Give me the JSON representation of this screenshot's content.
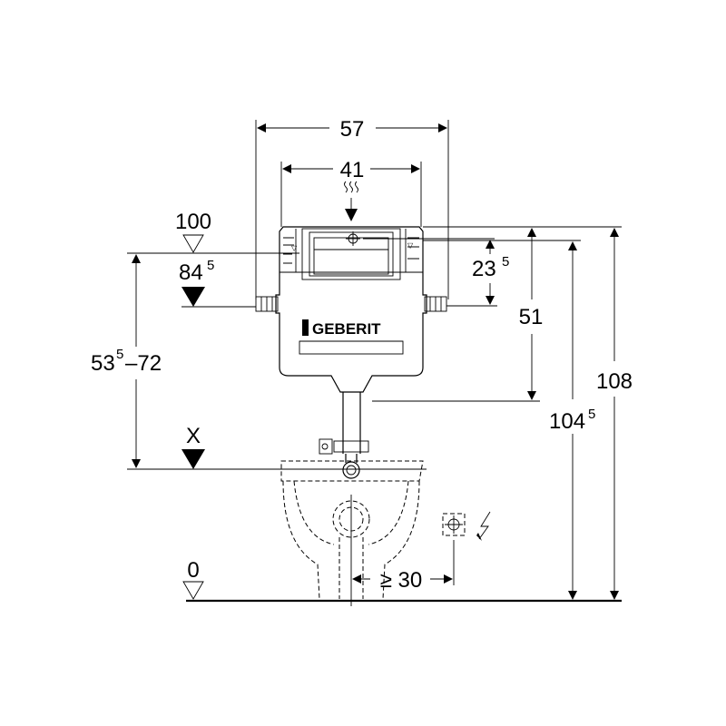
{
  "brand": "GEBERIT",
  "dimensions": {
    "width_outer": "57",
    "width_inner": "41",
    "top_level_mark": "100",
    "actuation_level_main": "84",
    "actuation_level_sup": "5",
    "height_23_main": "23",
    "height_23_sup": "5",
    "height_51": "51",
    "range_main_a": "53",
    "range_sup": "5",
    "range_main_b": "–72",
    "total_108": "108",
    "height_104_main": "104",
    "height_104_sup": "5",
    "x_mark": "X",
    "floor_mark": "0",
    "min_distance": "≥ 30"
  },
  "icons": [
    "heat-wave-icon",
    "electrical-socket-icon",
    "lightning-icon",
    "level-triangle-icon"
  ],
  "colors": {
    "line": "#000000",
    "background": "#ffffff"
  }
}
